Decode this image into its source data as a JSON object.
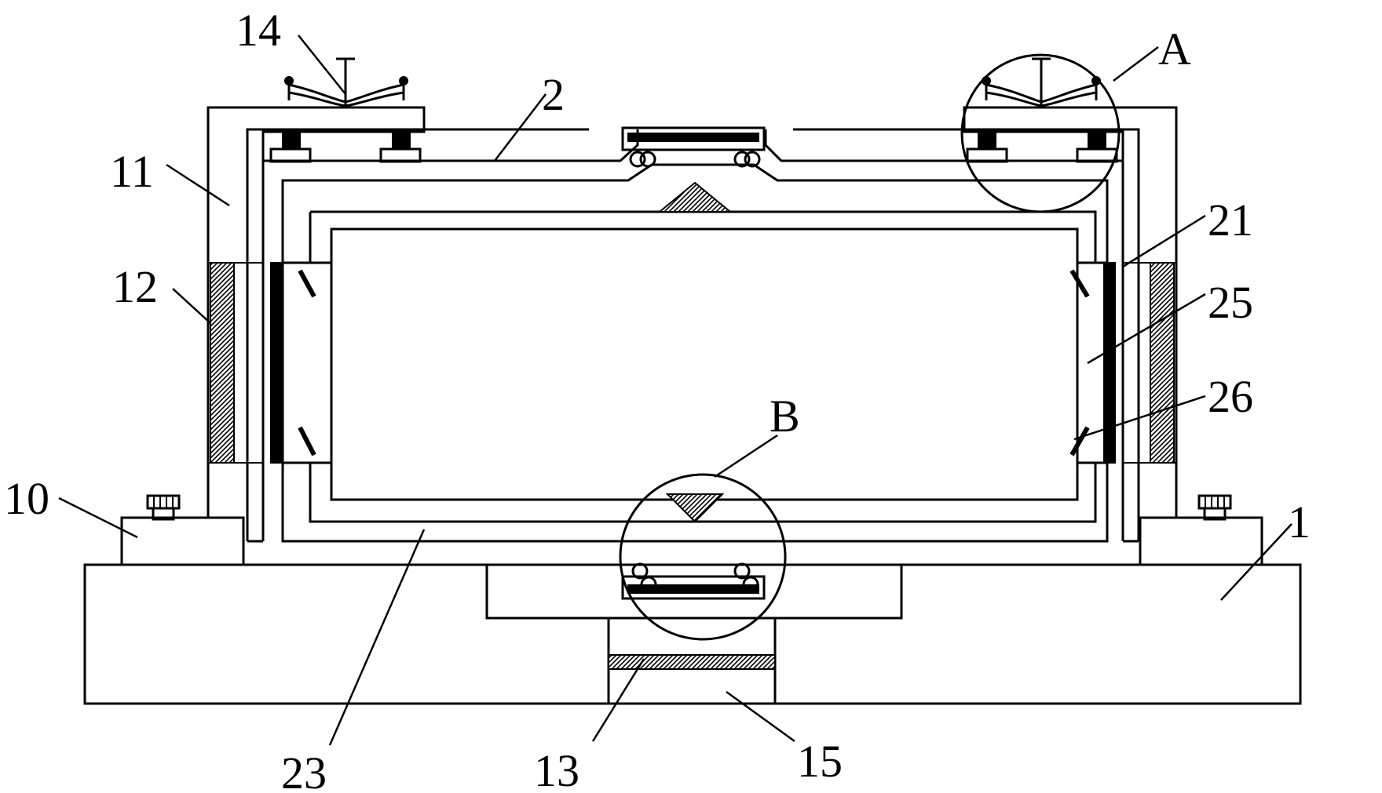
{
  "labels": {
    "l14": "14",
    "lA": "A",
    "l2": "2",
    "l11": "11",
    "l12": "12",
    "l21": "21",
    "l25": "25",
    "l26": "26",
    "lB": "B",
    "l10": "10",
    "l1": "1",
    "l23": "23",
    "l13": "13",
    "l15": "15"
  },
  "colors": {
    "stroke": "#000000",
    "background": "#ffffff"
  }
}
